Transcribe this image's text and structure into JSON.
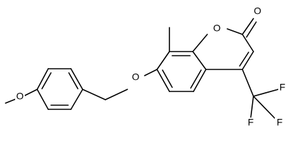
{
  "molecule": {
    "atoms": {
      "o_carbonyl": "O",
      "o_ring": "O",
      "o_ether": "O",
      "o_methoxy": "O",
      "f_top": "F",
      "f_right": "F",
      "f_bottom": "F"
    }
  }
}
